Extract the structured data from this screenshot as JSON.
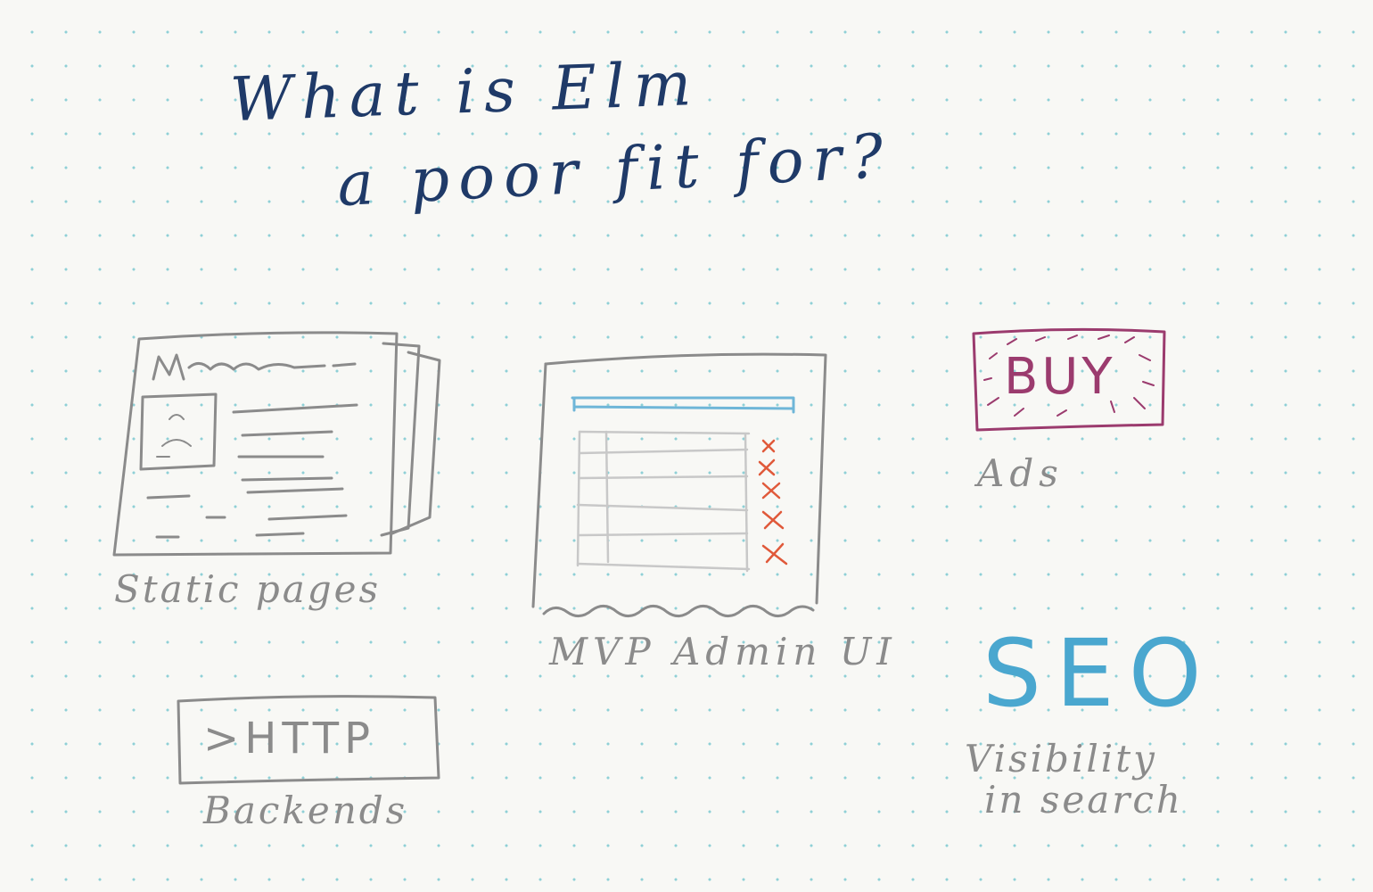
{
  "title": {
    "line1": "What is Elm",
    "line2": "a poor fit for?"
  },
  "items": {
    "static_pages": {
      "label": "Static pages"
    },
    "mvp_admin": {
      "label": "MVP Admin UI"
    },
    "backends": {
      "label": "Backends",
      "box_text": ">HTTP"
    },
    "ads": {
      "label": "Ads",
      "box_text": "BUY"
    },
    "seo": {
      "heading": "SEO",
      "label_line1": "Visibility",
      "label_line2": "in search"
    }
  },
  "colors": {
    "title_ink": "#1f3a68",
    "pencil_gray": "#8b8b8b",
    "light_gray": "#c8c8c8",
    "admin_bar_blue": "#6fb6d8",
    "delete_red": "#e0593a",
    "ad_magenta": "#9b3b6e",
    "seo_blue": "#4aa7cf",
    "dot_grid": "#8fd0d6"
  },
  "icons": {
    "static_pages": "newspaper-sketch-icon",
    "mvp_admin": "admin-table-sketch-icon",
    "ads": "buy-banner-sketch-icon",
    "backends": "http-box-sketch-icon"
  }
}
